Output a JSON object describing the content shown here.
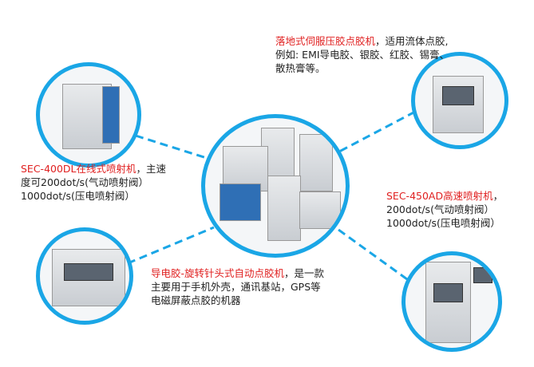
{
  "blocks": {
    "top_right": {
      "title": "落地式伺服压胶点胶机",
      "body": "，适用流体点胶,例如: EMI导电胶、银胶、红胶、锡膏、散热膏等。"
    },
    "left": {
      "title": "SEC-400DL在线式喷射机",
      "body": "，主速度可200dot/s(气动喷射阀） 1000dot/s(压电喷射阀）"
    },
    "right": {
      "title": "SEC-450AD高速喷射机",
      "body": "，200dot/s(气动喷射阀）1000dot/s(压电喷射阀）"
    },
    "bottom": {
      "title": "导电胶-旋转针头式自动点胶机",
      "body": "，是一款主要用于手机外壳，通讯基站，GPS等电磁屏蔽点胶的机器"
    }
  },
  "colors": {
    "accent": "#1aa6e6",
    "title": "#e02020"
  }
}
